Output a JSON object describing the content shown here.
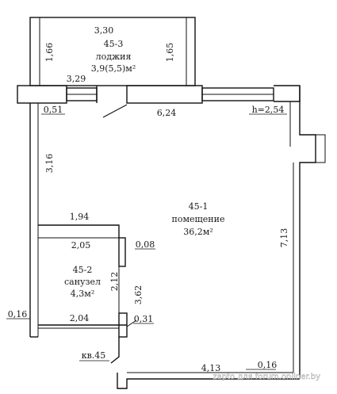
{
  "rooms": {
    "loggia": {
      "code": "45-3",
      "name": "лоджия",
      "area": "3,9(5,5)м²"
    },
    "main": {
      "code": "45-1",
      "name": "помещение",
      "area": "36,2м²"
    },
    "bath": {
      "code": "45-2",
      "name": "санузел",
      "area": "4,3м²"
    }
  },
  "dimensions": {
    "loggia_width": "3,30",
    "loggia_left": "1,66",
    "loggia_right": "1,65",
    "window_left": "3,29",
    "left_pier": "0,51",
    "window_center": "6,24",
    "ceiling_height": "h=2,54",
    "left_wall_upper": "3,16",
    "partition_top": "1,94",
    "partition_inner": "2,05",
    "partition_thickness": "0,08",
    "bath_height": "2,12",
    "bath_depth": "3,62",
    "left_wall_thickness": "0,16",
    "bath_bottom": "2,04",
    "bath_wall": "0,31",
    "bottom_width": "4,13",
    "bottom_thickness": "0,16",
    "right_height": "7,13"
  },
  "apartment_label": "кв.45",
  "watermark": "zapto для forum.onliner.by"
}
